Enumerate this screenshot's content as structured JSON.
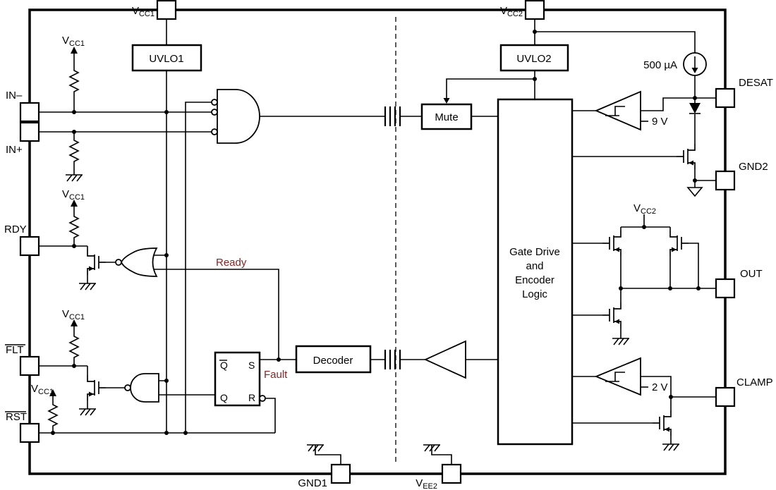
{
  "pins": {
    "vcc1": {
      "main": "V",
      "sub": "CC1"
    },
    "vcc2": {
      "main": "V",
      "sub": "CC2"
    },
    "in_minus": {
      "label": "IN–"
    },
    "in_plus": {
      "label": "IN+"
    },
    "rdy": {
      "label": "RDY"
    },
    "flt": {
      "label": "FLT"
    },
    "rst": {
      "label": "RST"
    },
    "gnd1": {
      "label": "GND1"
    },
    "vee2": {
      "main": "V",
      "sub": "EE2"
    },
    "desat": {
      "label": "DESAT"
    },
    "gnd2": {
      "label": "GND2"
    },
    "out": {
      "label": "OUT"
    },
    "clamp": {
      "label": "CLAMP"
    }
  },
  "blocks": {
    "uvlo1": {
      "label": "UVLO1"
    },
    "uvlo2": {
      "label": "UVLO2"
    },
    "mute": {
      "label": "Mute"
    },
    "decoder": {
      "label": "Decoder"
    },
    "gate_drive": {
      "line1": "Gate Drive",
      "line2": "and",
      "line3": "Encoder",
      "line4": "Logic"
    }
  },
  "latch": {
    "qbar": "Q",
    "s": "S",
    "q": "Q",
    "r": "R"
  },
  "annotations": {
    "current_source": "500 µA",
    "desat_threshold": "9 V",
    "clamp_threshold": "2 V",
    "ready": "Ready",
    "fault": "Fault",
    "vcc1_internal": {
      "main": "V",
      "sub": "CC1"
    },
    "vcc2_internal": {
      "main": "V",
      "sub": "CC2"
    }
  },
  "colors": {
    "wire": "#000000",
    "signal_label": "#8b2323",
    "background": "#ffffff"
  }
}
